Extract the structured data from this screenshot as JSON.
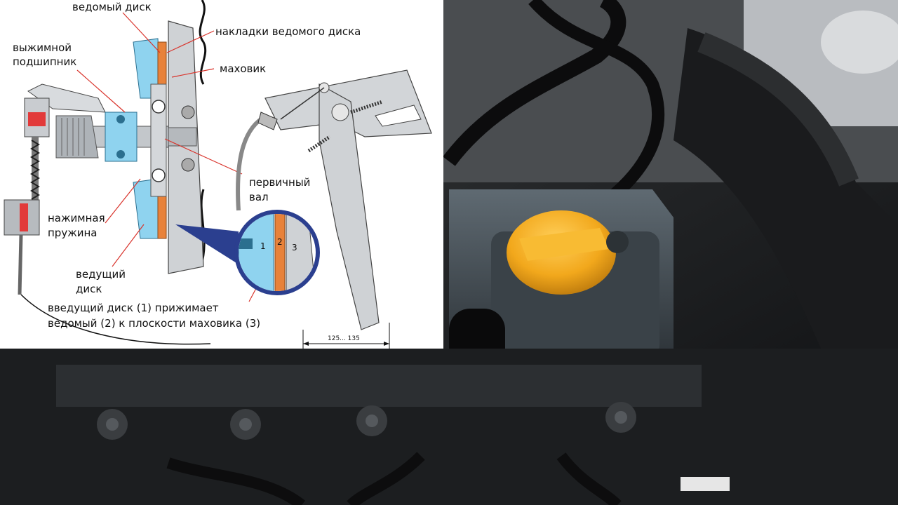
{
  "labels": {
    "driven_disc": "ведомый диск",
    "release_bearing_1": "выжимной",
    "release_bearing_2": "подшипник",
    "driven_disc_linings": "накладки ведомого диска",
    "flywheel": "маховик",
    "input_shaft_1": "первичный",
    "input_shaft_2": "вал",
    "pressure_spring_1": "нажимная",
    "pressure_spring_2": "пружина",
    "drive_disc_1": "ведущий",
    "drive_disc_2": "диск",
    "caption_1": "введущий диск (1) прижимает",
    "caption_2": "ведомый (2) к плоскости маховика (3)",
    "pedal_travel": "125... 135"
  },
  "callout_numbers": [
    "1",
    "2",
    "3"
  ],
  "colors": {
    "leader_line": "#d9332b",
    "callout_circle": "#2b3f8f",
    "part_blue": "#8fd3ef",
    "part_orange": "#e8823a",
    "metal_gray": "#c9ccd0",
    "oil_cap": "#f2a81c"
  }
}
